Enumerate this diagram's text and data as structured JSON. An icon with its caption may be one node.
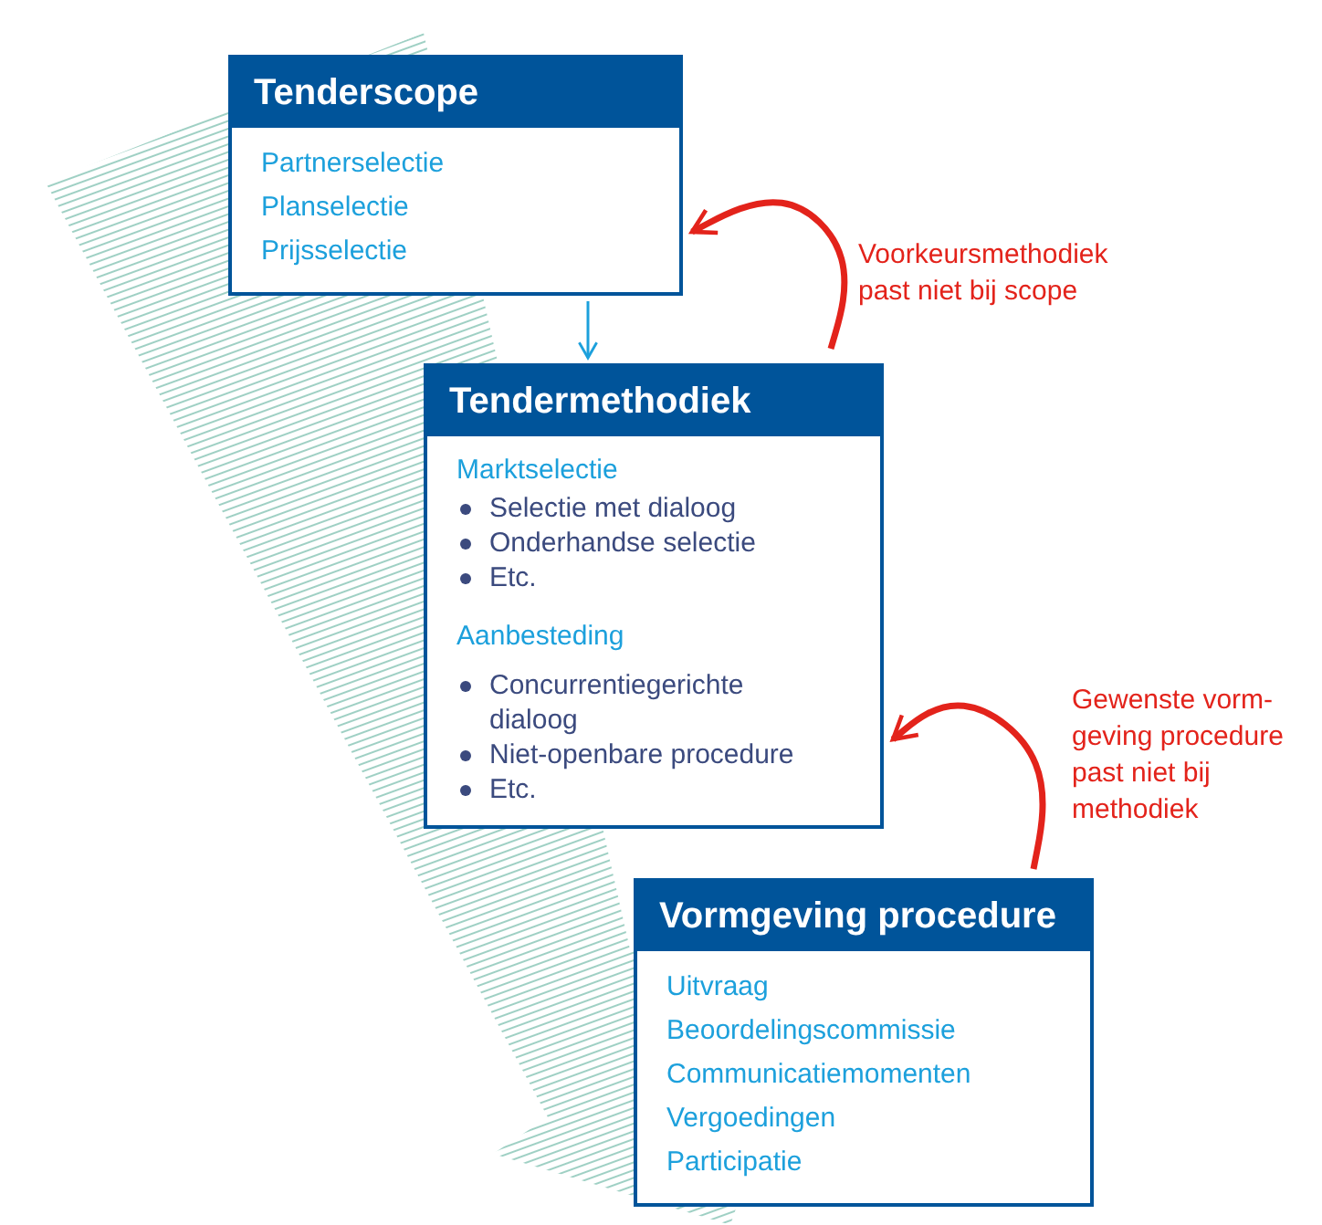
{
  "diagram": {
    "nodes": [
      {
        "text": [
          "Tenderscope",
          "Partnerselectie",
          "Planselectie",
          "Prijsselectie"
        ]
      },
      {
        "text": [
          "Tendermethodiek",
          "Marktselectie",
          "Selectie met dialoog",
          "Onderhandse selectie",
          "Etc.",
          "Aanbesteding",
          "Concurrentiegerichte dialoog",
          "Niet-openbare procedure",
          "Etc."
        ]
      },
      {
        "text": [
          "Vormgeving procedure",
          "Uitvraag",
          "Beoordelingscommissie",
          "Communicatiemomenten",
          "Vergoedingen",
          "Participatie"
        ]
      }
    ],
    "edges": [
      {
        "from": 0,
        "to": 1,
        "arrow": "to",
        "color": "#1ca0dc"
      },
      {
        "from": 1,
        "to": 0,
        "arrow": "to",
        "color": "#e3231b"
      },
      {
        "from": 2,
        "to": 1,
        "arrow": "to",
        "color": "#e3231b"
      }
    ],
    "labels": [
      "Voorkeursmethodiek past niet bij scope",
      "Gewenste vorm- geving procedure past niet bij methodiek"
    ]
  }
}
